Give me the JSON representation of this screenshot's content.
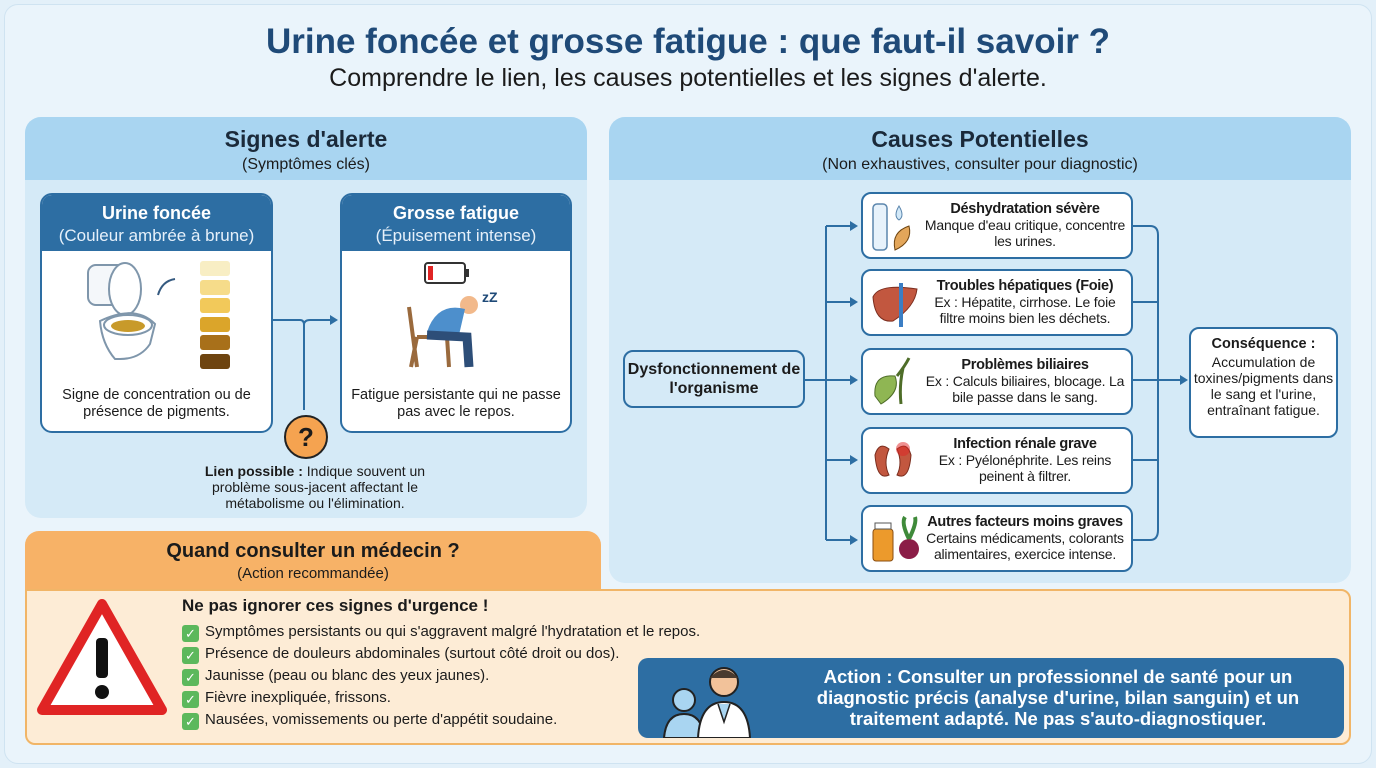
{
  "header": {
    "title": "Urine foncée et grosse fatigue : que faut-il savoir ?",
    "subtitle": "Comprendre le lien, les causes potentielles et les signes d'alerte."
  },
  "signs": {
    "title": "Signes d'alerte",
    "subtitle": "(Symptômes clés)",
    "cards": [
      {
        "title": "Urine foncée",
        "subtitle": "(Couleur ambrée à brune)",
        "desc": "Signe de concentration ou de présence de pigments.",
        "icon": "toilet-icon"
      },
      {
        "title": "Grosse fatigue",
        "subtitle": "(Épuisement intense)",
        "desc": "Fatigue persistante qui ne passe pas avec le repos.",
        "icon": "tired-person-icon"
      }
    ],
    "urine_scale": [
      "#f8eec4",
      "#f6dc8a",
      "#f2c95a",
      "#dba52a",
      "#a8701a",
      "#6e4410"
    ],
    "link_label": "Lien possible :",
    "link_text": "Indique souvent un problème sous-jacent affectant le métabolisme ou l'élimination."
  },
  "causes": {
    "title": "Causes Potentielles",
    "subtitle": "(Non exhaustives, consulter pour diagnostic)",
    "source": "Dysfonctionnement de l'organisme",
    "items": [
      {
        "title": "Déshydratation sévère",
        "desc": "Manque d'eau critique, concentre les urines.",
        "icon": "water-bottle-icon"
      },
      {
        "title": "Troubles hépatiques (Foie)",
        "desc": "Ex : Hépatite, cirrhose. Le foie filtre moins bien les déchets.",
        "icon": "liver-icon"
      },
      {
        "title": "Problèmes biliaires",
        "desc": "Ex : Calculs biliaires, blocage. La bile passe dans le sang.",
        "icon": "gallbladder-icon"
      },
      {
        "title": "Infection rénale grave",
        "desc": "Ex : Pyélonéphrite. Les reins peinent à filtrer.",
        "icon": "kidney-icon"
      },
      {
        "title": "Autres facteurs moins graves",
        "desc": "Certains médicaments, colorants alimentaires, exercice intense.",
        "icon": "medicine-beet-icon"
      }
    ],
    "consequence_title": "Conséquence :",
    "consequence_text": "Accumulation de toxines/pigments dans le sang et l'urine, entraînant fatigue."
  },
  "consult": {
    "title": "Quand consulter un médecin ?",
    "subtitle": "(Action recommandée)",
    "urgent_title": "Ne pas ignorer ces signes d'urgence !",
    "items": [
      "Symptômes persistants ou qui s'aggravent malgré l'hydratation et le repos.",
      "Présence de douleurs abdominales (surtout côté droit ou dos).",
      "Jaunisse (peau ou blanc des yeux jaunes).",
      "Fièvre inexpliquée, frissons.",
      "Nausées, vomissements ou perte d'appétit soudaine."
    ],
    "action": "Action : Consulter un professionnel de santé pour un diagnostic précis (analyse d'urine, bilan sanguin) et un traitement adapté. Ne pas s'auto-diagnostiquer."
  },
  "colors": {
    "primary": "#2d6ea3",
    "title": "#1f4a78",
    "warning": "#e02424",
    "orange": "#f7b267"
  }
}
